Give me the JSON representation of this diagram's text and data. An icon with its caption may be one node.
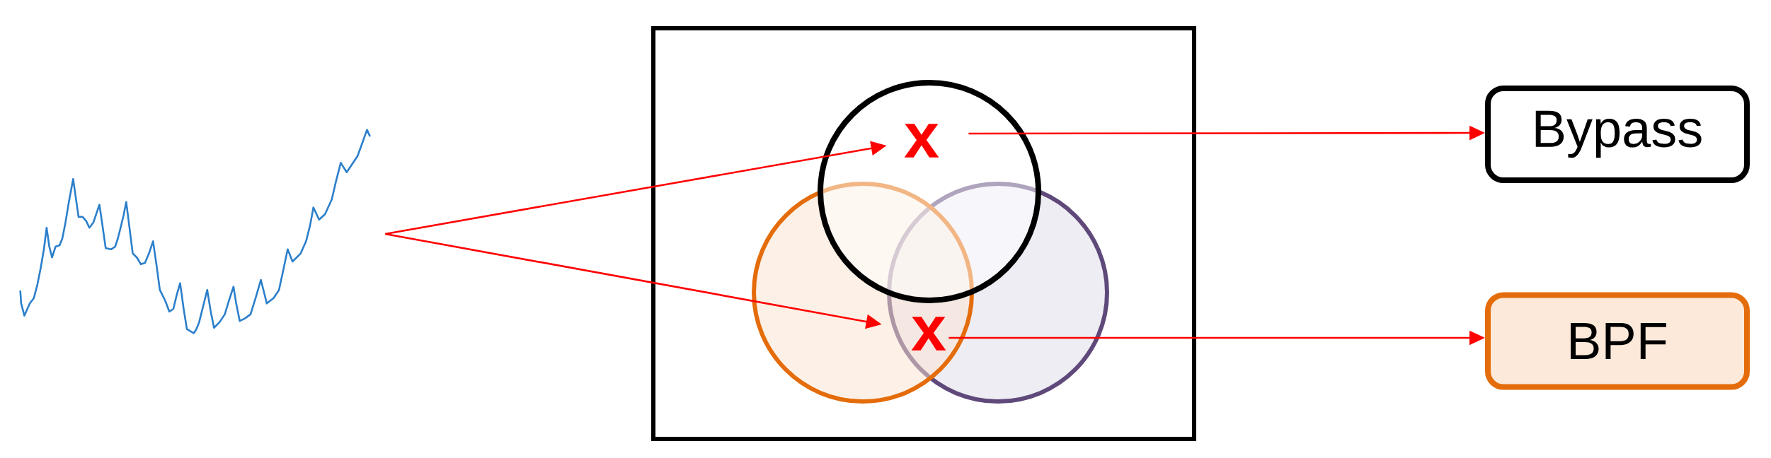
{
  "diagram": {
    "nodes": [
      {
        "text": [],
        "shape": "picture"
      },
      {
        "text": [],
        "shape": "box"
      },
      {
        "text": [],
        "shape": "picture",
        "in": 1
      },
      {
        "text": [
          "x"
        ],
        "in": 2
      },
      {
        "text": [
          "x"
        ],
        "in": 2
      },
      {
        "text": [
          "Bypass"
        ]
      },
      {
        "text": [
          "BPF"
        ]
      }
    ],
    "edges": [
      {
        "from": 0,
        "to": 3,
        "arrow": "to"
      },
      {
        "from": 0,
        "to": 4,
        "arrow": "to"
      },
      {
        "from": 3,
        "to": 5,
        "arrow": "to"
      },
      {
        "from": 4,
        "to": 6,
        "arrow": "to"
      }
    ]
  }
}
